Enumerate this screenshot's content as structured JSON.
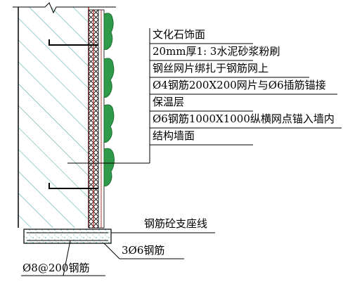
{
  "labels": [
    "文化石饰面",
    "20mm厚1: 3水泥砂浆粉刷",
    "钢丝网片绑扎于钢筋网上",
    "Ø4钢筋200X200网片与Ø6插筋锚接",
    "保温层",
    "Ø6钢筋1000X1000纵横网点锚入墙内",
    "结构墙面",
    "钢筋砼支座线",
    "3Ø6钢筋",
    "Ø8@200钢筋"
  ]
}
